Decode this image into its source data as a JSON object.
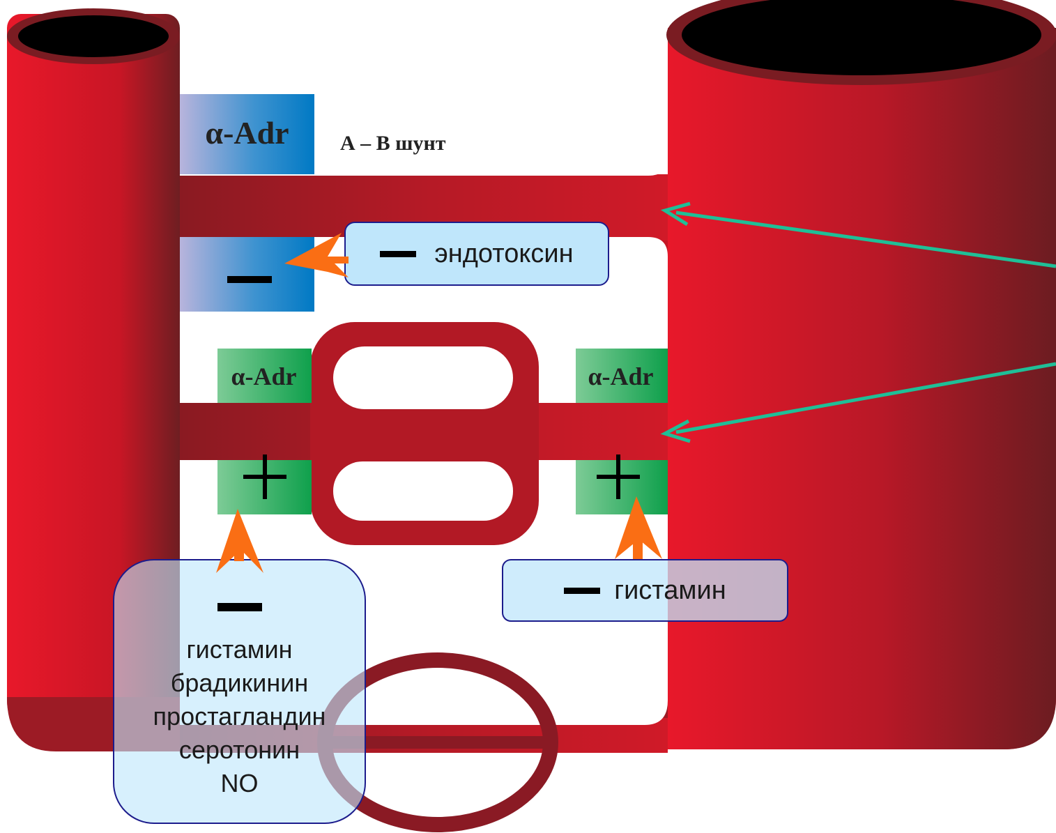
{
  "colors": {
    "vessel": "#e81528",
    "vessel_dark": "#6e1e22",
    "capillary": "#b21925",
    "teal_arrow": "#1fbf97",
    "orange_arrow": "#fa6e14",
    "box_fill": "#bfe6fb",
    "box_stroke": "#1c1c8c",
    "receptor_blue": "#0080c8",
    "receptor_green": "#18a552"
  },
  "labels": {
    "alpha_top": "α-Adr",
    "shunt": "А – В шунт",
    "alpha_left": "α-Adr",
    "alpha_right": "α-Adr",
    "minus_symbol": "–",
    "plus_symbol": "+"
  },
  "boxes": {
    "endotoxin": "эндотоксин",
    "histamine_right": "гистамин",
    "bottom_list": [
      "гистамин",
      "брадикинин",
      "простагландин",
      "серотонин",
      "NO"
    ]
  },
  "icons": [
    "teal-arrow-icon",
    "orange-arrow-icon",
    "minus-icon",
    "plus-icon"
  ]
}
